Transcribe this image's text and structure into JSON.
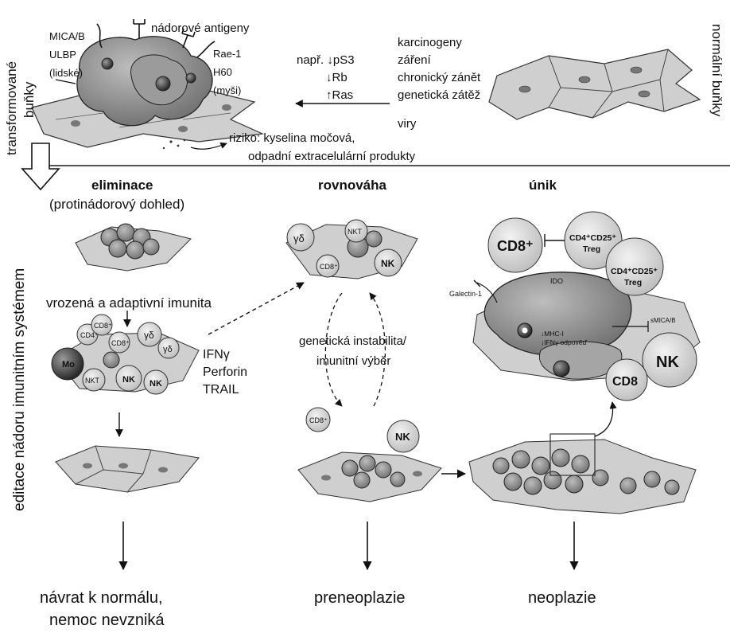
{
  "top": {
    "label_transformed_1": "transformované",
    "label_transformed_2": "buňky",
    "label_normal": "normální buňky",
    "ligands_human": [
      "MICA/B",
      "ULBP",
      "(lidské)"
    ],
    "ligands_mouse": [
      "Rae-1",
      "H60",
      "(myši)"
    ],
    "tumor_antigens": "nádorové antigeny",
    "genes": [
      "např. ↓pS3",
      "↓Rb",
      "↑Ras"
    ],
    "causes": [
      "karcinogeny",
      "záření",
      "chronický zánět",
      "genetická zátěž",
      "viry"
    ],
    "risk": [
      "riziko: kyselina močová,",
      "odpadní extracelulární produkty"
    ]
  },
  "side_label": "editace nádoru imunitním systémem",
  "elimination": {
    "title": "eliminace",
    "subtitle": "(protinádorový dohled)",
    "immunity": "vrozená a adaptivní imunita",
    "cells": [
      "CD8⁺",
      "CD4⁺",
      "CD8⁺",
      "γδ",
      "γδ",
      "Mo",
      "NKT",
      "NK",
      "NK"
    ],
    "effectors": [
      "IFNγ",
      "Perforin",
      "TRAIL"
    ],
    "outcome": [
      "návrat k normálu,",
      "nemoc nevzniká"
    ]
  },
  "equilibrium": {
    "title": "rovnováha",
    "cells": [
      "γδ",
      "NKT",
      "CD8⁺",
      "NK"
    ],
    "cycle": [
      "genetická instabilita/",
      "imunitní výběr"
    ],
    "free_cells": [
      "CD8⁺",
      "NK"
    ],
    "outcome": "preneoplazie"
  },
  "escape": {
    "title": "únik",
    "cells": [
      "CD8⁺",
      "CD4⁺CD25⁺",
      "Treg",
      "CD4⁺CD25⁺",
      "Treg",
      "NK",
      "CD8"
    ],
    "factors": [
      "Galectin-1",
      "IDO",
      "sMICA/B",
      "↓MHC-I",
      "↓IFNγ odpověď"
    ],
    "outcome": "neoplazie"
  },
  "colors": {
    "cell_fill": "#c9c9c9",
    "tumor_fill": "#8a8a8a",
    "ink": "#111111",
    "divider": "#555555"
  }
}
